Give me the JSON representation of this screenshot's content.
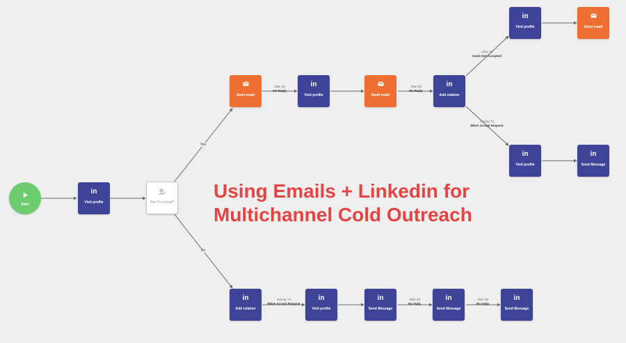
{
  "colors": {
    "linkedin": "#3d4497",
    "email": "#ee6f31",
    "start": "#6dcd6e",
    "headline": "#e64343",
    "background": "#efefef"
  },
  "headline": {
    "line1": "Using Emails + Linkedin for",
    "line2": "Multichannel Cold Outreach"
  },
  "nodes": {
    "start": {
      "label": "Start",
      "icon": "play-icon"
    },
    "visit_profile_1": {
      "label": "Visit profile",
      "icon": "in"
    },
    "has_pro_email": {
      "label": "Has Pro Email?",
      "icon": "condition-icon"
    },
    "send_email_1": {
      "label": "Send email",
      "icon": "envelope-icon"
    },
    "visit_profile_2": {
      "label": "Visit profile",
      "icon": "in"
    },
    "send_email_2": {
      "label": "Send email",
      "icon": "envelope-icon"
    },
    "add_relation_1": {
      "label": "Add relation",
      "icon": "in"
    },
    "visit_profile_3": {
      "label": "Visit profile",
      "icon": "in"
    },
    "send_email_3": {
      "label": "Send email",
      "icon": "envelope-icon"
    },
    "visit_profile_4": {
      "label": "Visit profile",
      "icon": "in"
    },
    "send_message_1": {
      "label": "Send Message",
      "icon": "in"
    },
    "add_relation_2": {
      "label": "Add relation",
      "icon": "in"
    },
    "visit_profile_5": {
      "label": "Visit profile",
      "icon": "in"
    },
    "send_message_2": {
      "label": "Send Message",
      "icon": "in"
    },
    "send_message_3": {
      "label": "Send Message",
      "icon": "in"
    },
    "send_message_4": {
      "label": "Send Message",
      "icon": "in"
    }
  },
  "branches": {
    "yes": "Yes",
    "no": "No"
  },
  "edges": {
    "e1": {
      "time": "After 0d",
      "cond": "No Reply"
    },
    "e2": {
      "time": "After 0d",
      "cond": "No Reply"
    },
    "e3": {
      "time": "After 7d",
      "cond": "Invite Not Accepted"
    },
    "e4": {
      "time": "During 7d",
      "cond": "When Accept Request"
    },
    "e5": {
      "time": "During 7d",
      "cond": "When Accept Request"
    },
    "e6": {
      "time": "After 0d",
      "cond": "No reply"
    },
    "e7": {
      "time": "After 0d",
      "cond": "No reply"
    }
  }
}
